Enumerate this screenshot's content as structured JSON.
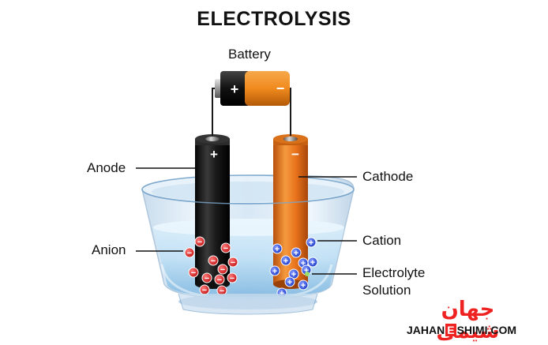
{
  "title": "ELECTROLYSIS",
  "labels": {
    "battery": "Battery",
    "anode": "Anode",
    "cathode": "Cathode",
    "anion": "Anion",
    "cation": "Cation",
    "electrolyte_line1": "Electrolyte",
    "electrolyte_line2": "Solution"
  },
  "symbols": {
    "plus": "+",
    "minus": "−"
  },
  "logo": {
    "persian_text": "جهان شیمی",
    "latin_prefix": "JAHAN",
    "latin_e": "E",
    "latin_suffix": "SHIMI.COM"
  },
  "colors": {
    "anode": "#1c1c1c",
    "cathode": "#e8731c",
    "anion": "#e02828",
    "cation": "#1f3fc8",
    "battery_orange": "#f08a1e",
    "logo_red": "#ef2222"
  },
  "icons": {
    "anion_ion": "minus-circle-icon",
    "cation_ion": "plus-circle-icon"
  }
}
